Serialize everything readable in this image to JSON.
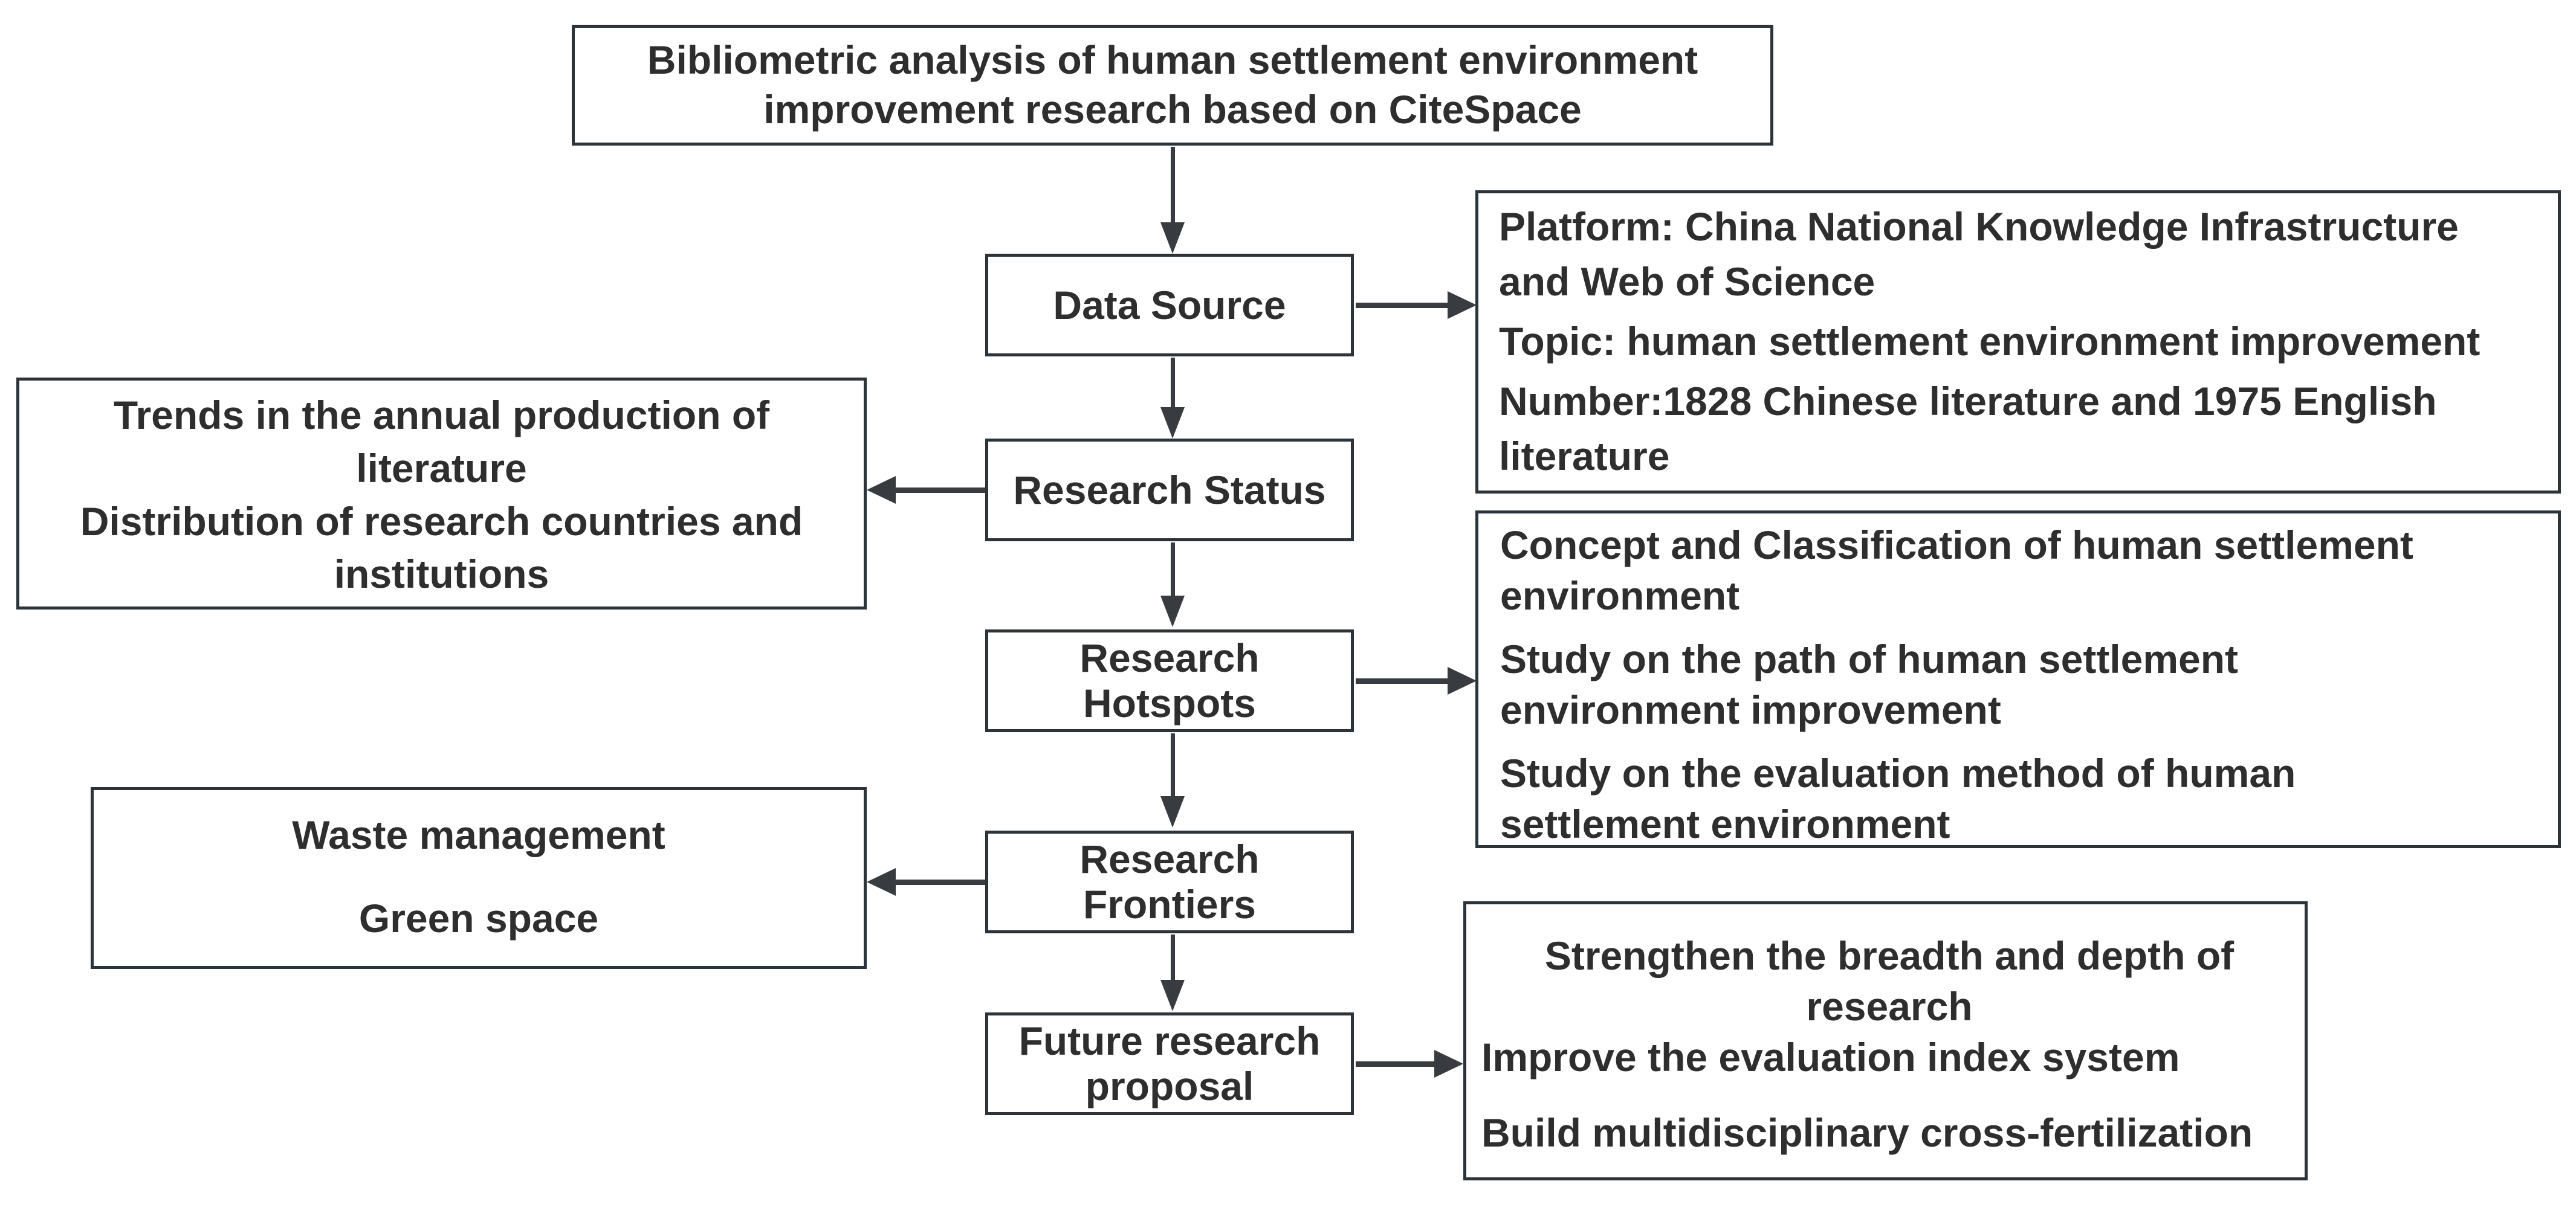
{
  "figure": {
    "title": "Bibliometric analysis of human settlement environment improvement research based on CiteSpace",
    "nodes": {
      "data_source": {
        "label": "Data Source"
      },
      "research_status": {
        "label": "Research Status"
      },
      "research_hotspots": {
        "label": "Research Hotspots"
      },
      "research_frontiers": {
        "label": "Research Frontiers"
      },
      "future_research_proposal": {
        "label": "Future research proposal"
      }
    },
    "details": {
      "data_source": {
        "items": [
          "Platform: China National Knowledge Infrastructure and Web of Science",
          "Topic: human settlement environment improvement",
          "Number:1828 Chinese literature and 1975  English literature"
        ]
      },
      "research_status": {
        "items": [
          "Trends in the annual production of literature",
          "Distribution of research countries and institutions"
        ]
      },
      "research_hotspots": {
        "items": [
          "Concept and Classification of human settlement environment",
          "Study on the path of human settlement environment improvement",
          "Study on the evaluation method of human settlement environment"
        ]
      },
      "research_frontiers": {
        "items": [
          "Waste management",
          "Green space"
        ]
      },
      "future_research_proposal": {
        "items": [
          "Strengthen the breadth and depth of research",
          "Improve the evaluation index system",
          "Build multidisciplinary cross-fertilization"
        ]
      }
    },
    "colors": {
      "background": "#ffffff",
      "box_border": "#2c343a",
      "text": "#2e2e2e",
      "arrow": "#383c40"
    }
  }
}
